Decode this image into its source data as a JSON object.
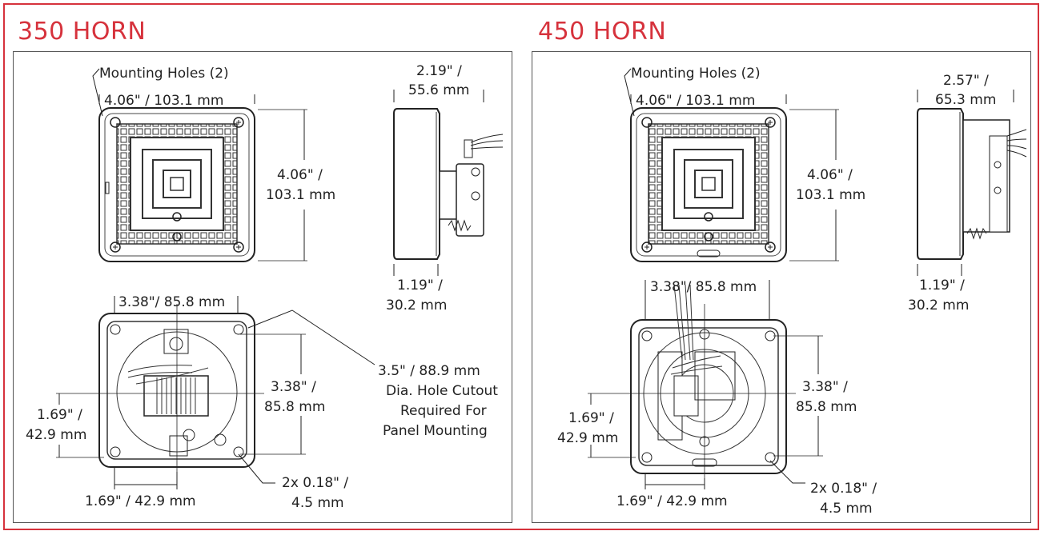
{
  "accent_color": "#d6323c",
  "panels": [
    {
      "title": "350 HORN",
      "labels": {
        "mounting_holes": "Mounting Holes (2)",
        "front_width": "4.06\" / 103.1 mm",
        "front_height_1": "4.06\" /",
        "front_height_2": "103.1 mm",
        "side_depth_1": "2.19\" /",
        "side_depth_2": "55.6 mm",
        "side_flange_1": "1.19\" /",
        "side_flange_2": "30.2 mm",
        "back_width": "3.38\"/ 85.8 mm",
        "back_height_1": "3.38\" /",
        "back_height_2": "85.8 mm",
        "half_height_1": "1.69\" /",
        "half_height_2": "42.9 mm",
        "half_width": "1.69\" / 42.9 mm",
        "holes_1": "2x  0.18\" /",
        "holes_2": "4.5 mm",
        "cutout_1": "3.5\" / 88.9 mm",
        "cutout_2": "Dia. Hole Cutout",
        "cutout_3": "Required For",
        "cutout_4": "Panel Mounting"
      }
    },
    {
      "title": "450 HORN",
      "labels": {
        "mounting_holes": "Mounting Holes (2)",
        "front_width": "4.06\" / 103.1 mm",
        "front_height_1": "4.06\" /",
        "front_height_2": "103.1 mm",
        "side_depth_1": "2.57\" /",
        "side_depth_2": "65.3 mm",
        "side_flange_1": "1.19\" /",
        "side_flange_2": "30.2 mm",
        "back_width": "3.38\"/ 85.8 mm",
        "back_height_1": "3.38\" /",
        "back_height_2": "85.8 mm",
        "half_height_1": "1.69\" /",
        "half_height_2": "42.9 mm",
        "half_width": "1.69\" / 42.9 mm",
        "holes_1": "2x  0.18\" /",
        "holes_2": "4.5 mm"
      }
    }
  ]
}
